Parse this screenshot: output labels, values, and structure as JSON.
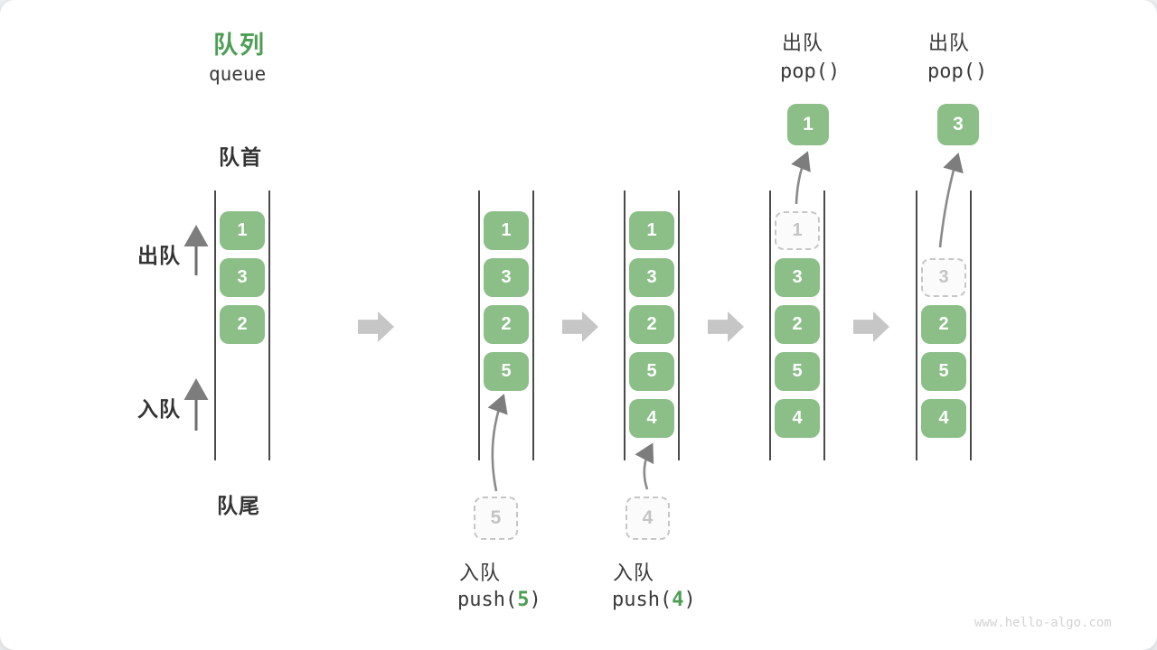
{
  "title": {
    "zh": "队列",
    "en": "queue"
  },
  "labels": {
    "front": "队首",
    "rear": "队尾",
    "dequeue_side": "出队",
    "enqueue_side": "入队"
  },
  "states": [
    {
      "cells": [
        {
          "v": "1"
        },
        {
          "v": "3"
        },
        {
          "v": "2"
        }
      ]
    },
    {
      "cells": [
        {
          "v": "1"
        },
        {
          "v": "3"
        },
        {
          "v": "2"
        },
        {
          "v": "5"
        }
      ]
    },
    {
      "cells": [
        {
          "v": "1"
        },
        {
          "v": "3"
        },
        {
          "v": "2"
        },
        {
          "v": "5"
        },
        {
          "v": "4"
        }
      ]
    },
    {
      "ghost": "1",
      "cells": [
        {
          "v": "3"
        },
        {
          "v": "2"
        },
        {
          "v": "5"
        },
        {
          "v": "4"
        }
      ]
    },
    {
      "ghost": "3",
      "cells": [
        {
          "v": "2"
        },
        {
          "v": "5"
        },
        {
          "v": "4"
        }
      ]
    }
  ],
  "operations": {
    "push5": {
      "label": "入队",
      "fn": "push(",
      "arg": "5",
      "close": ")",
      "ghost_value": "5"
    },
    "push4": {
      "label": "入队",
      "fn": "push(",
      "arg": "4",
      "close": ")",
      "ghost_value": "4"
    },
    "pop1": {
      "label": "出队",
      "code": "pop()",
      "popped_value": "1"
    },
    "pop2": {
      "label": "出队",
      "code": "pop()",
      "popped_value": "3"
    }
  },
  "watermark": "www.hello-algo.com",
  "colors": {
    "title_green": "#4C9E52",
    "box_green": "#8CBE88",
    "block_arrow_gray": "#C6C6C6",
    "rail_dark": "#4A4A4A",
    "text_dark": "#3A3A3A",
    "ghost_gray": "#C4C4C4"
  }
}
